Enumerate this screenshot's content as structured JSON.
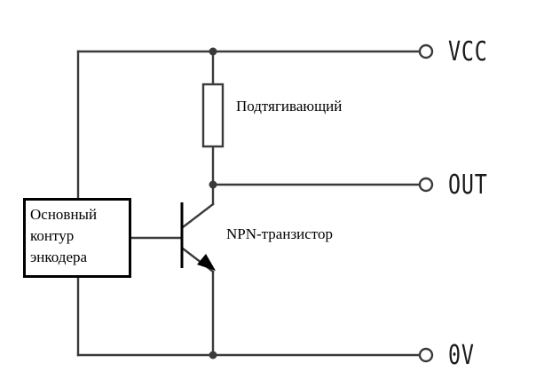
{
  "terminals": {
    "vcc": "VCC",
    "out": "OUT",
    "zero_v": "0V"
  },
  "labels": {
    "pullup": "Подтягивающий",
    "transistor": "NPN-транзистор"
  },
  "encoder_box": {
    "line1": "Основный",
    "line2": "контур",
    "line3": "энкодера"
  },
  "colors": {
    "wire": "#3a3a3a",
    "box_border": "#000000"
  }
}
